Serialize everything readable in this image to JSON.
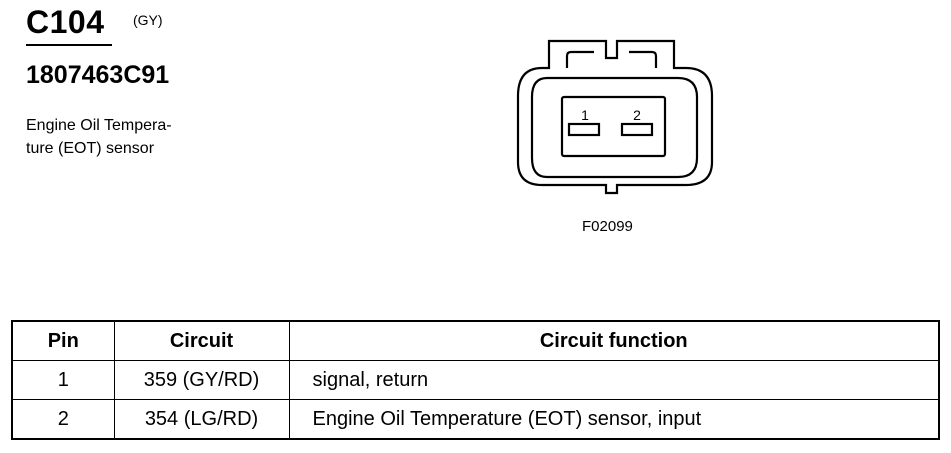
{
  "connector": {
    "id": "C104",
    "color_code": "(GY)",
    "part_number": "1807463C91",
    "description_lines": [
      "Engine Oil Tempera-",
      "ture (EOT) sensor"
    ],
    "figure_id": "F02099",
    "pin_labels": [
      "1",
      "2"
    ]
  },
  "table": {
    "headers": {
      "pin": "Pin",
      "circuit": "Circuit",
      "function": "Circuit function"
    },
    "rows": [
      {
        "pin": "1",
        "circuit": "359 (GY/RD)",
        "function": "signal, return"
      },
      {
        "pin": "2",
        "circuit": "354 (LG/RD)",
        "function": "Engine Oil Temperature (EOT) sensor, input"
      }
    ]
  }
}
